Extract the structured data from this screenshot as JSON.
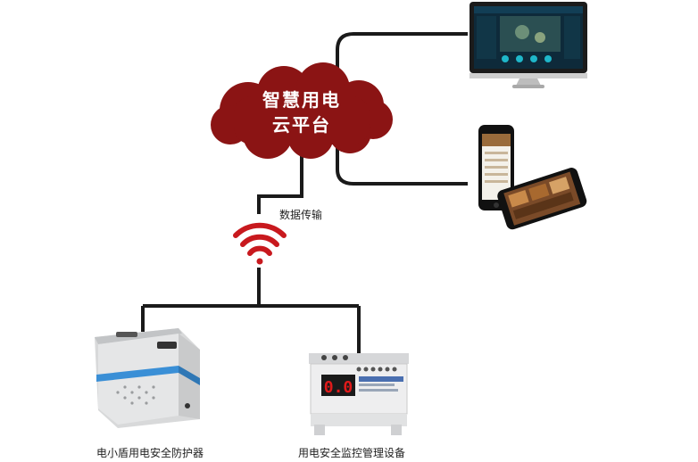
{
  "cloud": {
    "line1": "智慧用电",
    "line2": "云平台",
    "color": "#8b1414"
  },
  "transfer_label": "数据传输",
  "devices": {
    "protector_label": "电小盾用电安全防护器",
    "monitor_label": "用电安全监控管理设备",
    "monitor_display": "0.0"
  },
  "colors": {
    "line": "#1a1a1a",
    "wifi": "#c8191e",
    "display": "#e01a1a"
  }
}
